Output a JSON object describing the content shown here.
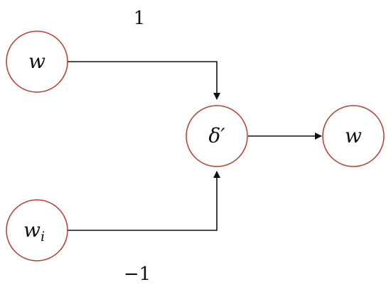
{
  "colors": {
    "node_stroke": "#c0392b",
    "edge": "#111111",
    "text": "#111111"
  },
  "nodes": {
    "input_top": {
      "label": "w"
    },
    "input_bottom": {
      "label": "w",
      "subscript": "i"
    },
    "center": {
      "label": "δ′"
    },
    "output": {
      "label": "w"
    }
  },
  "edges": {
    "top_weight": "1",
    "bottom_weight": "−1"
  }
}
